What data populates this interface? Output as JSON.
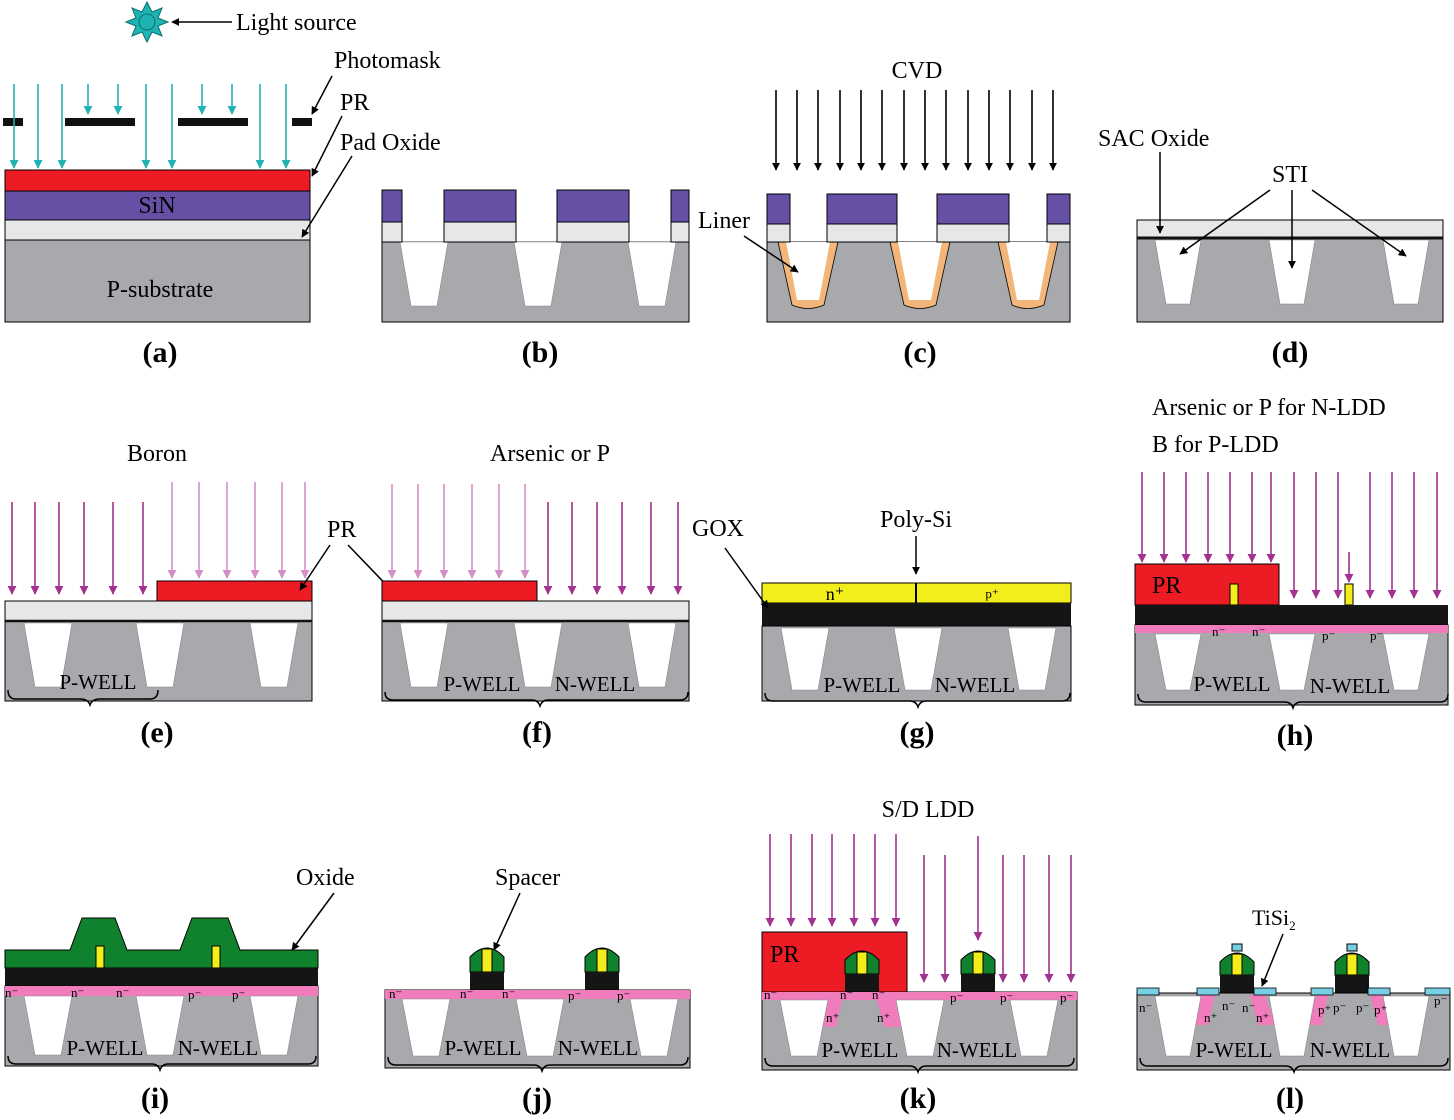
{
  "colors": {
    "substrate": "#a7a9ac",
    "oxide_light": "#e6e7e8",
    "nitride": "#6650a6",
    "photoresist": "#ed1c24",
    "light_ray": "#1fb3b3",
    "implant_dark": "#a2318f",
    "implant_light": "#d58fc7",
    "poly": "#f2ee1b",
    "gate_black": "#151515",
    "ldd_pink": "#f07cbc",
    "liner": "#f2b57a",
    "oxide_green": "#10822d",
    "silicide": "#78cfe3",
    "trench": "#ffffff"
  },
  "panels": {
    "a": {
      "caption": "(a)",
      "light_source": "Light source",
      "photomask": "Photomask",
      "pr": "PR",
      "pad_oxide": "Pad Oxide",
      "sin": "SiN",
      "substrate": "P-substrate"
    },
    "b": {
      "caption": "(b)"
    },
    "c": {
      "caption": "(c)",
      "cvd": "CVD",
      "liner": "Liner"
    },
    "d": {
      "caption": "(d)",
      "sac_oxide": "SAC Oxide",
      "sti": "STI"
    },
    "e": {
      "caption": "(e)",
      "boron": "Boron",
      "pr": "PR",
      "pwell": "P-WELL"
    },
    "f": {
      "caption": "(f)",
      "dopant": "Arsenic or P",
      "pwell": "P-WELL",
      "nwell": "N-WELL"
    },
    "g": {
      "caption": "(g)",
      "gox": "GOX",
      "poly": "Poly-Si",
      "nplus": "n⁺",
      "pplus": "p⁺",
      "pwell": "P-WELL",
      "nwell": "N-WELL"
    },
    "h": {
      "caption": "(h)",
      "line1": "Arsenic or P for N-LDD",
      "line2": "B for P-LDD",
      "pr": "PR",
      "nminus": "n⁻",
      "pminus": "p⁻",
      "pwell": "P-WELL",
      "nwell": "N-WELL"
    },
    "i": {
      "caption": "(i)",
      "oxide": "Oxide",
      "nminus": "n⁻",
      "pminus": "p⁻",
      "pwell": "P-WELL",
      "nwell": "N-WELL"
    },
    "j": {
      "caption": "(j)",
      "spacer": "Spacer",
      "nminus": "n⁻",
      "pminus": "p⁻",
      "pwell": "P-WELL",
      "nwell": "N-WELL"
    },
    "k": {
      "caption": "(k)",
      "sd": "S/D LDD",
      "pr": "PR",
      "nminus": "n⁻",
      "nplus": "n⁺",
      "pminus": "p⁻",
      "pwell": "P-WELL",
      "nwell": "N-WELL"
    },
    "l": {
      "caption": "(l)",
      "tisi": "TiSi",
      "tisi_sub": "2",
      "nminus": "n⁻",
      "nplus": "n⁺",
      "pminus": "p⁻",
      "pplus": "p⁺",
      "pwell": "P-WELL",
      "nwell": "N-WELL"
    }
  }
}
